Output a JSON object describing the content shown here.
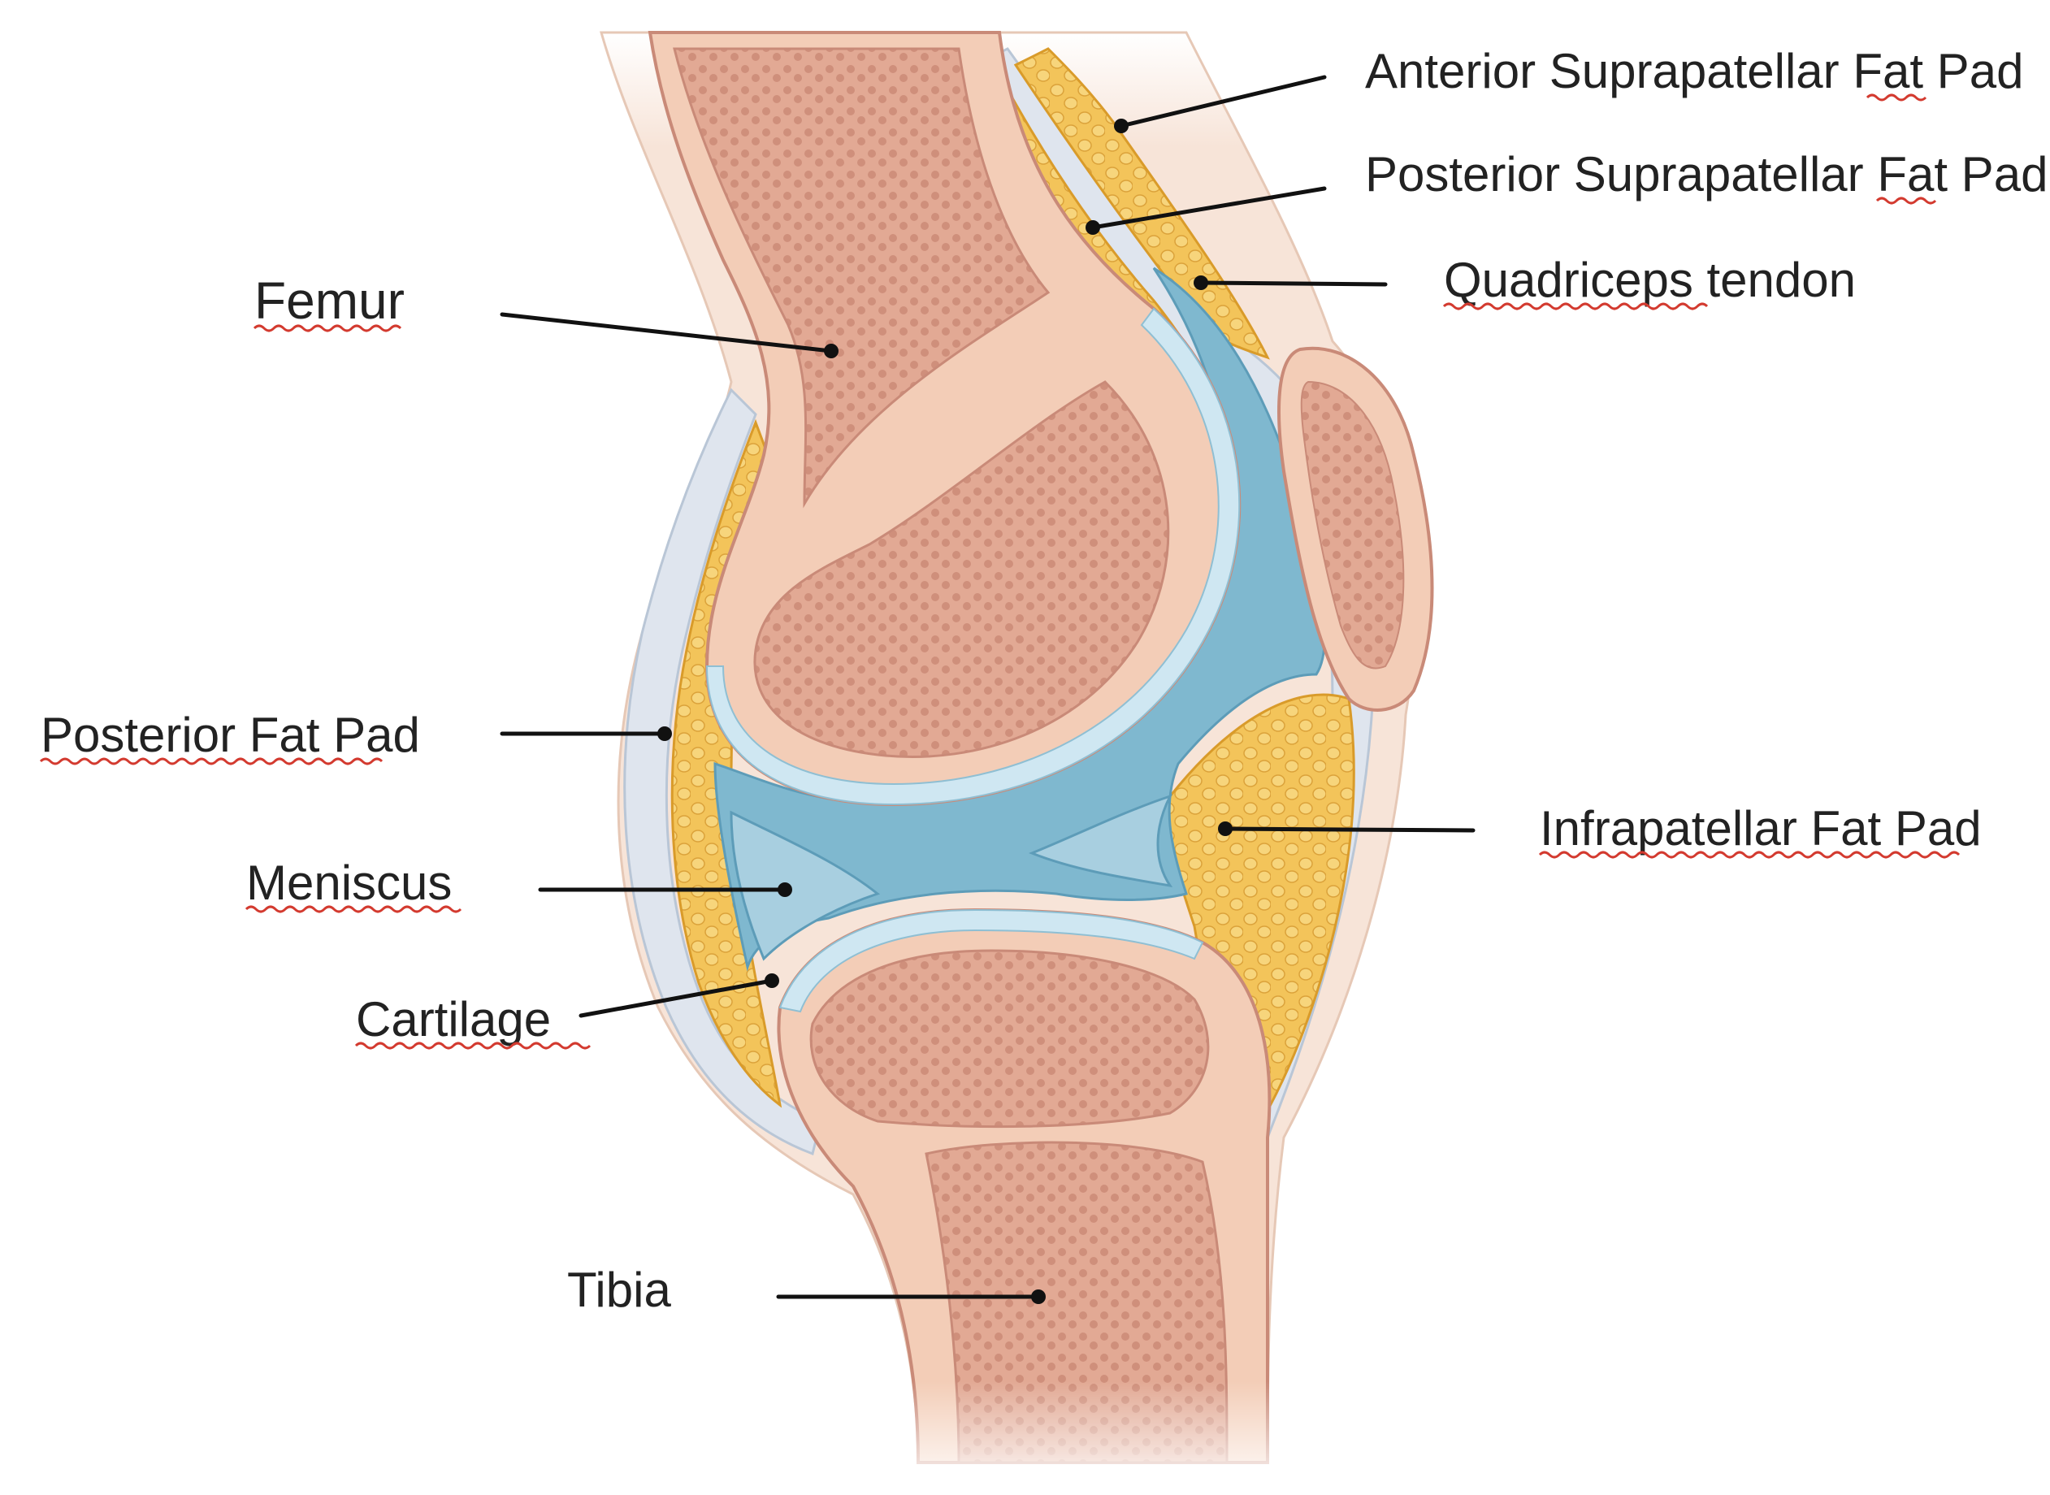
{
  "labels": {
    "anterior_suprapatellar_fat_pad": "Anterior Suprapatellar Fat Pad",
    "posterior_suprapatellar_fat_pad": "Posterior Suprapatellar Fat Pad",
    "quadriceps_tendon": "Quadriceps tendon",
    "femur": "Femur",
    "posterior_fat_pad": "Posterior Fat Pad",
    "infrapatellar_fat_pad": "Infrapatellar Fat Pad",
    "meniscus": "Meniscus",
    "cartilage": "Cartilage",
    "tibia": "Tibia"
  },
  "colors": {
    "bone_outer": "#f3cdb7",
    "bone_inner": "#dc9f8a",
    "bone_outline": "#c98a78",
    "fat": "#f2c14e",
    "fat_outline": "#d99b2a",
    "synovial_fluid": "#7fb8cf",
    "cartilage": "#cfe7f2",
    "tendon": "#dfe5ee",
    "skin": "#f7e4d8",
    "spellcheck_underline": "#d33a2f"
  }
}
